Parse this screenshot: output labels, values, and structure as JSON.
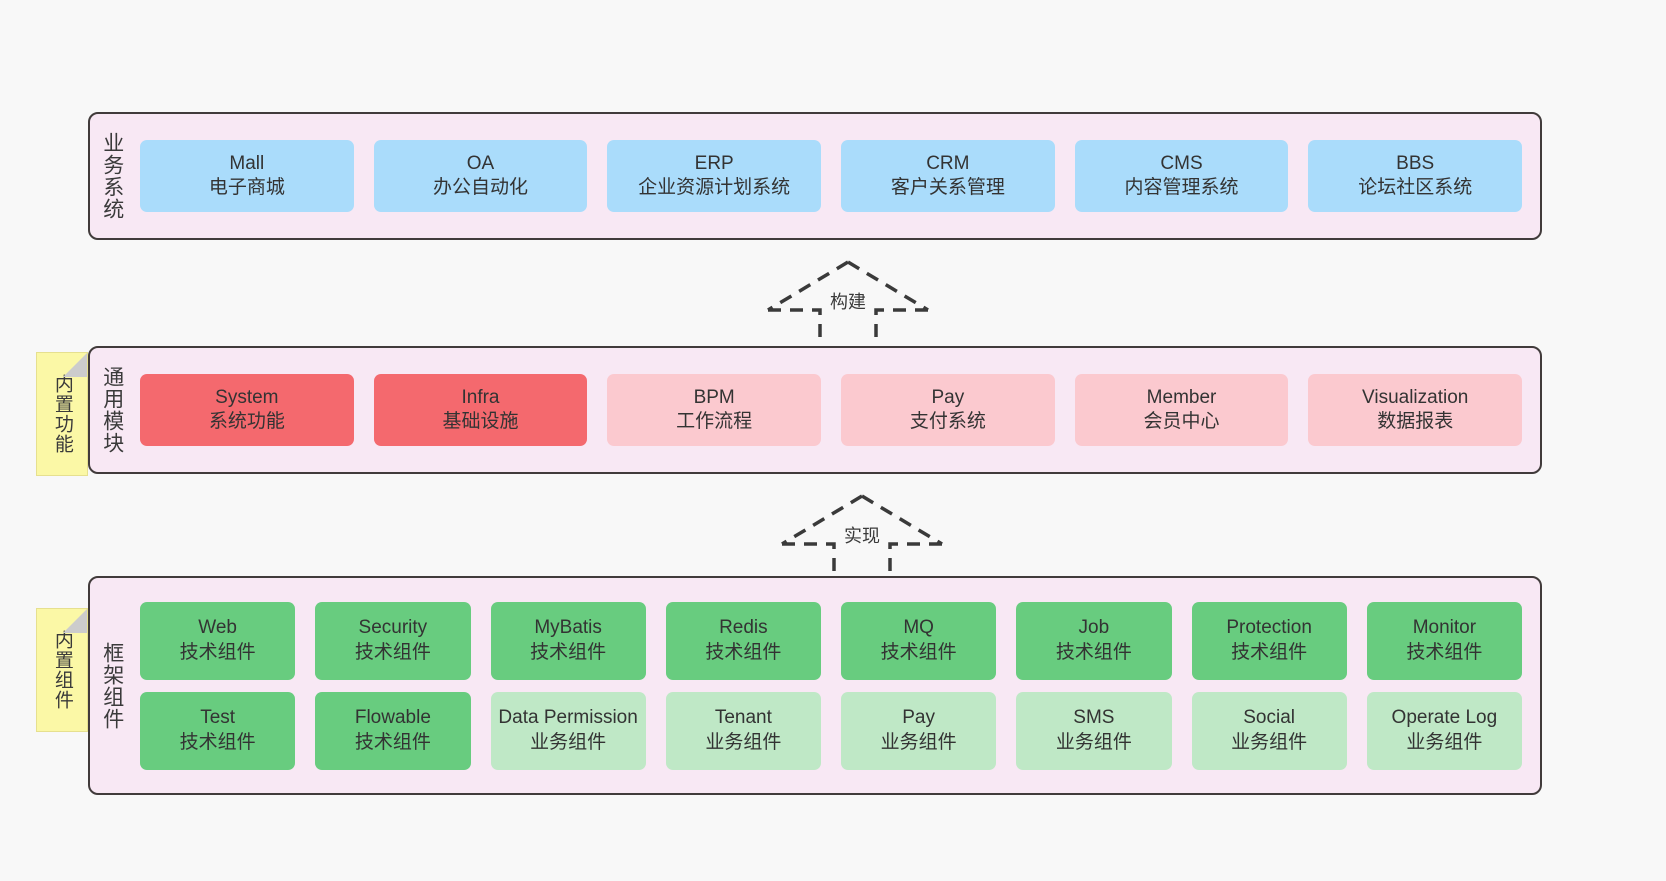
{
  "diagram": {
    "background_color": "#f8f8f8",
    "panel_color": "#f8e8f4",
    "panel_border_color": "#413b3b",
    "sticky_color": "#fbf8a6"
  },
  "layers": {
    "business": {
      "label": "业务系统",
      "accent": "#aadcfb",
      "items": [
        {
          "en": "Mall",
          "cn": "电子商城"
        },
        {
          "en": "OA",
          "cn": "办公自动化"
        },
        {
          "en": "ERP",
          "cn": "企业资源计划系统"
        },
        {
          "en": "CRM",
          "cn": "客户关系管理"
        },
        {
          "en": "CMS",
          "cn": "内容管理系统"
        },
        {
          "en": "BBS",
          "cn": "论坛社区系统"
        }
      ]
    },
    "common": {
      "label": "通用模块",
      "sticky": "内置功能",
      "accent_strong": "#f4696e",
      "accent_soft": "#fbc9cf",
      "items": [
        {
          "en": "System",
          "cn": "系统功能",
          "variant": "c-red"
        },
        {
          "en": "Infra",
          "cn": "基础设施",
          "variant": "c-red"
        },
        {
          "en": "BPM",
          "cn": "工作流程",
          "variant": "c-pink"
        },
        {
          "en": "Pay",
          "cn": "支付系统",
          "variant": "c-pink"
        },
        {
          "en": "Member",
          "cn": "会员中心",
          "variant": "c-pink"
        },
        {
          "en": "Visualization",
          "cn": "数据报表",
          "variant": "c-pink"
        }
      ]
    },
    "framework": {
      "label": "框架组件",
      "sticky": "内置组件",
      "accent_strong": "#68cc7f",
      "accent_soft": "#bfe8c6",
      "row1": [
        {
          "en": "Web",
          "cn": "技术组件",
          "variant": "c-green"
        },
        {
          "en": "Security",
          "cn": "技术组件",
          "variant": "c-green"
        },
        {
          "en": "MyBatis",
          "cn": "技术组件",
          "variant": "c-green"
        },
        {
          "en": "Redis",
          "cn": "技术组件",
          "variant": "c-green"
        },
        {
          "en": "MQ",
          "cn": "技术组件",
          "variant": "c-green"
        },
        {
          "en": "Job",
          "cn": "技术组件",
          "variant": "c-green"
        },
        {
          "en": "Protection",
          "cn": "技术组件",
          "variant": "c-green"
        },
        {
          "en": "Monitor",
          "cn": "技术组件",
          "variant": "c-green"
        }
      ],
      "row2": [
        {
          "en": "Test",
          "cn": "技术组件",
          "variant": "c-green"
        },
        {
          "en": "Flowable",
          "cn": "技术组件",
          "variant": "c-green"
        },
        {
          "en": "Data Permission",
          "cn": "业务组件",
          "variant": "c-greenlite",
          "wrap": true
        },
        {
          "en": "Tenant",
          "cn": "业务组件",
          "variant": "c-greenlite"
        },
        {
          "en": "Pay",
          "cn": "业务组件",
          "variant": "c-greenlite"
        },
        {
          "en": "SMS",
          "cn": "业务组件",
          "variant": "c-greenlite"
        },
        {
          "en": "Social",
          "cn": "业务组件",
          "variant": "c-greenlite"
        },
        {
          "en": "Operate Log",
          "cn": "业务组件",
          "variant": "c-greenlite"
        }
      ]
    }
  },
  "connectors": [
    {
      "label": "构建"
    },
    {
      "label": "实现"
    }
  ]
}
